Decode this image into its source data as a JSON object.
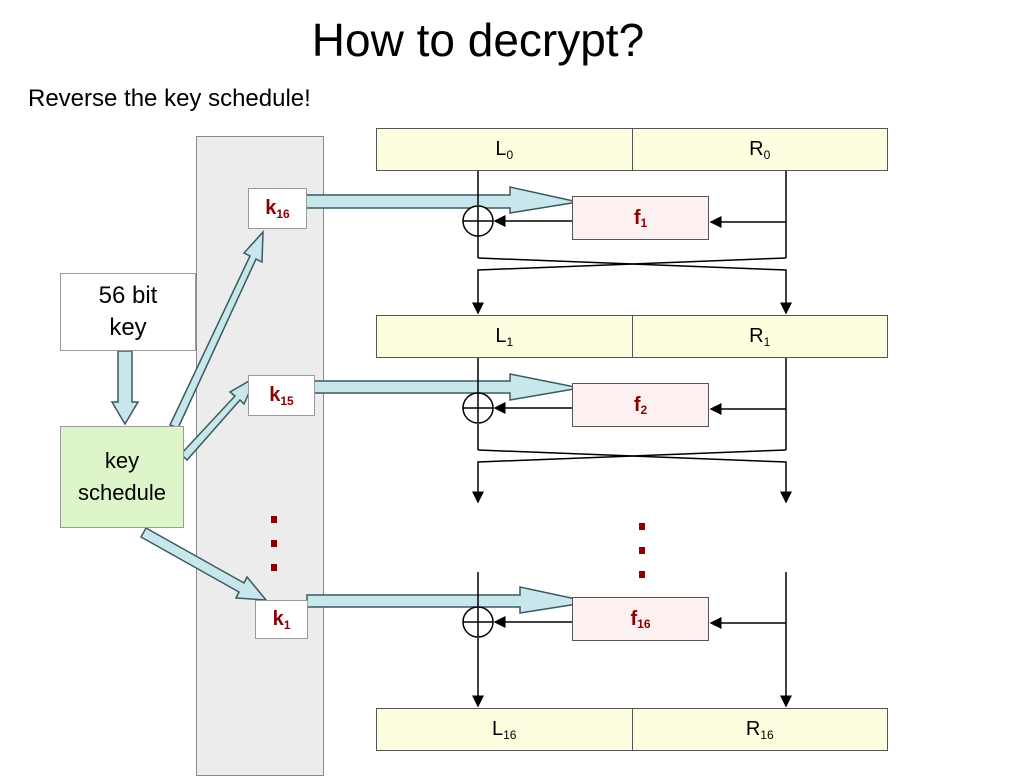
{
  "title": "How to decrypt?",
  "subtitle": "Reverse the key schedule!",
  "key_box": "56 bit key",
  "schedule_box": "key schedule",
  "subkeys": [
    {
      "base": "k",
      "sub": "16"
    },
    {
      "base": "k",
      "sub": "15"
    },
    {
      "base": "k",
      "sub": "1"
    }
  ],
  "rounds": [
    {
      "left": "L",
      "left_sub": "0",
      "right": "R",
      "right_sub": "0"
    },
    {
      "left": "L",
      "left_sub": "1",
      "right": "R",
      "right_sub": "1"
    },
    {
      "left": "L",
      "left_sub": "16",
      "right": "R",
      "right_sub": "16"
    }
  ],
  "functions": [
    {
      "base": "f",
      "sub": "1"
    },
    {
      "base": "f",
      "sub": "2"
    },
    {
      "base": "f",
      "sub": "16"
    }
  ],
  "colors": {
    "dark_red": "#8b0000",
    "cell_fill": "#fdfde0",
    "f_fill": "#fdf0f0",
    "schedule_fill": "#ddf5c8",
    "arrow_fill": "#c7e7ec",
    "panel_fill": "#ececec"
  }
}
